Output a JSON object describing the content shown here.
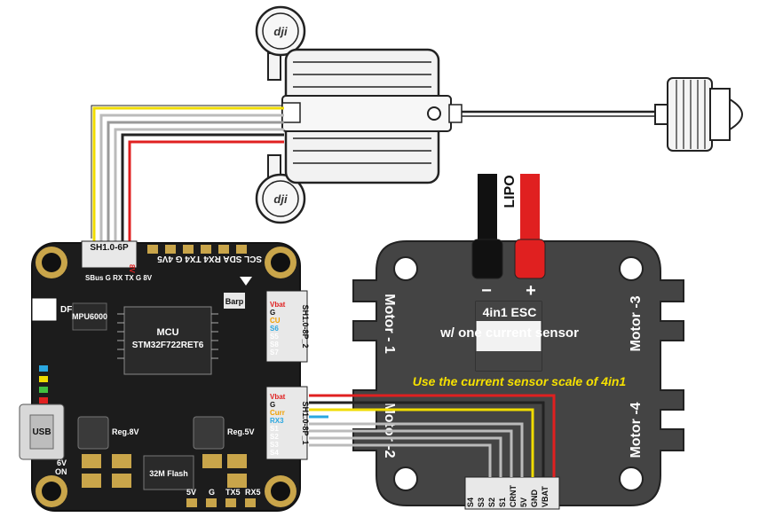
{
  "fc": {
    "mcu_label": "MCU",
    "mcu_chip": "STM32F722RET6",
    "imu": "MPU6000",
    "baro": "Barp",
    "flash": "32M Flash",
    "dfu": "DFU",
    "usb": "USB",
    "reg8": "Reg.8V",
    "reg5": "Reg.5V",
    "sixv": "6V",
    "on": "ON",
    "top_connector": "SH1.0-6P",
    "top_pins": [
      "SBus",
      "G",
      "RX",
      "TX",
      "G",
      "8V"
    ],
    "top_pin_short": [
      "G",
      "RX",
      "8V"
    ],
    "top_pads": "SCL SDA RX4 TX4  G  4V5",
    "right_connector_2": "SH1.0-8P_2",
    "right_connector_1": "SH1.0-8P_1",
    "conn2_pins": [
      "Vbat",
      "G",
      "CU",
      "S6",
      "S5",
      "S8",
      "S7"
    ],
    "conn1_pins": [
      "Vbat",
      "G",
      "Curr",
      "RX3",
      "S1",
      "S2",
      "S3",
      "S4"
    ],
    "bottom_pads": [
      "5V",
      "G",
      "TX5",
      "RX5"
    ]
  },
  "esc": {
    "title": "4in1 ESC",
    "subtitle": "w/ one current sensor",
    "lipo": "LIPO",
    "minus": "−",
    "plus": "+",
    "motors": [
      "Motor - 1",
      "Motor -3",
      "Motor -4",
      "Motor -2"
    ],
    "pins": [
      "S4",
      "S3",
      "S2",
      "S1",
      "CRNT",
      "5V",
      "GND",
      "VBAT"
    ]
  },
  "note": "Use the current sensor scale of 4in1",
  "camera_brand": "dji",
  "colors": {
    "red": "#e02020",
    "yellow": "#f0dc00",
    "blue": "#2aa7e0",
    "board": "#1c1c1c",
    "esc": "#444444",
    "gold": "#c9a54a",
    "note": "#f5e000"
  }
}
